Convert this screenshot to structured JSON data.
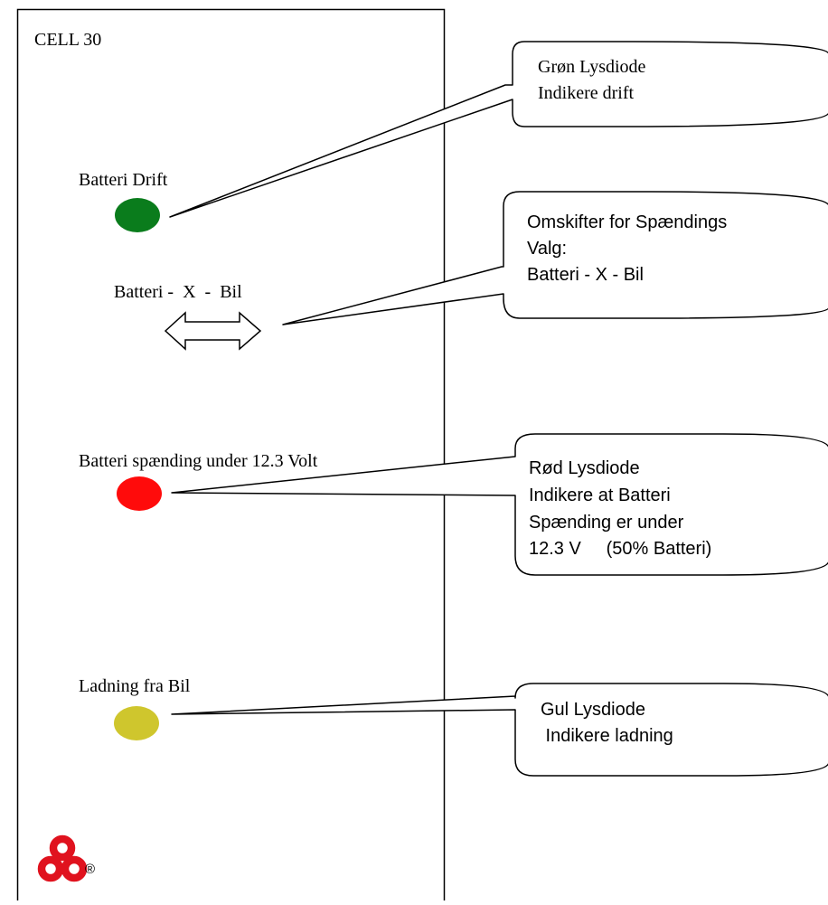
{
  "panel": {
    "title": "CELL 30",
    "battery_drift_label": "Batteri Drift",
    "switch_label": "Batteri -  X  -  Bil",
    "low_voltage_label": "Batteri spænding under 12.3 Volt",
    "charging_label": "Ladning fra Bil",
    "registered_mark": "®"
  },
  "leds": {
    "green": "#0a7c1c",
    "red": "#ff0b0b",
    "yellow": "#cfc62d"
  },
  "callouts": {
    "green_led": [
      "Grøn Lysdiode",
      "Indikere drift"
    ],
    "switch": [
      "Omskifter for Spændings",
      "Valg:",
      "Batteri - X - Bil"
    ],
    "red_led": [
      "Rød Lysdiode",
      "Indikere at Batteri",
      "Spænding er under",
      "12.3 V     (50% Batteri)"
    ],
    "yellow_led": [
      "Gul Lysdiode",
      " Indikere ladning"
    ]
  },
  "logo": {
    "color": "#e0121e"
  }
}
